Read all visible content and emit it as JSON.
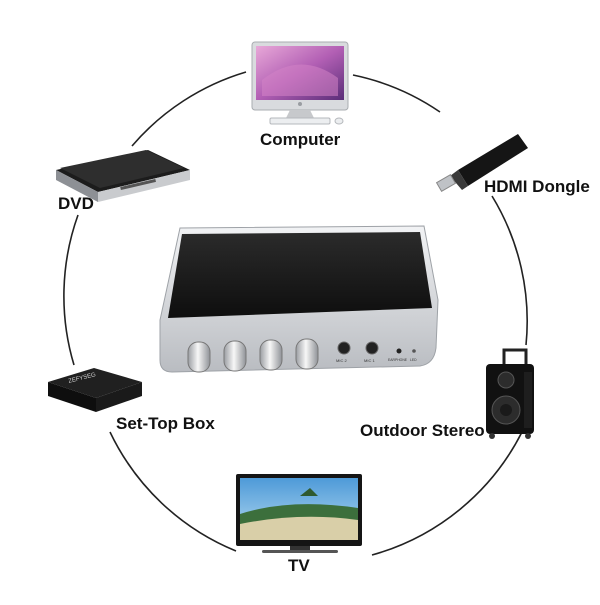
{
  "devices": {
    "computer": "Computer",
    "hdmi_dongle": "HDMI Dongle",
    "dvd": "DVD",
    "set_top_box": "Set-Top Box",
    "outdoor_stereo": "Outdoor Stereo",
    "tv": "TV"
  },
  "hub": {
    "port_labels": [
      "MIC 2",
      "MIC 1",
      "EARPHONE",
      "LED"
    ]
  },
  "settop_brand": "ZEFYSEG",
  "colors": {
    "ring": "#222222",
    "device_dark": "#1b1b1b",
    "silver": "#d9dbde",
    "screen_sky": "#6fb7e6"
  }
}
